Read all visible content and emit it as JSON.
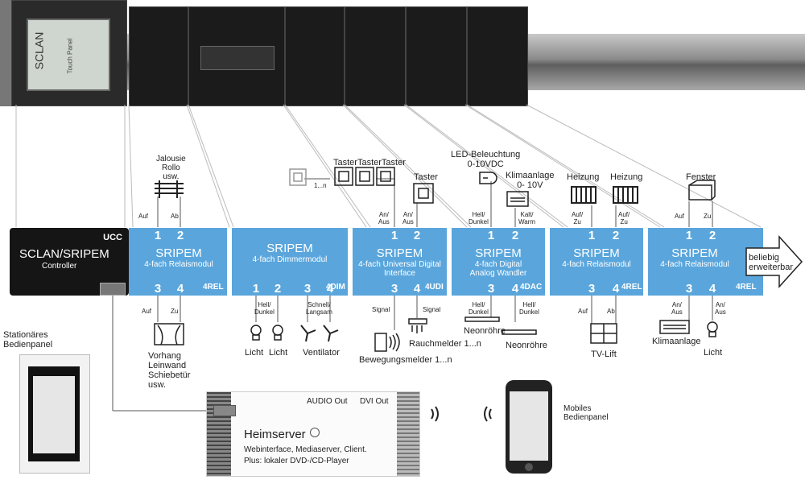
{
  "hardware_strip": {
    "controller_panel": {
      "brand": "SCLAN",
      "sub": "Touch Panel"
    }
  },
  "controller": {
    "title": "SCLAN/SRIPEM",
    "subtitle": "Controller",
    "tag": "UCC"
  },
  "modules": [
    {
      "title": "SRIPEM",
      "subtitle": "4-fach Relaismodul",
      "tag": "4REL",
      "top": [
        {
          "num": "1",
          "label": "Auf"
        },
        {
          "num": "2",
          "label": "Ab"
        }
      ],
      "bottom": [
        {
          "num": "3",
          "label": "Auf"
        },
        {
          "num": "4",
          "label": "Zu"
        }
      ],
      "device_top": "Jalousie\nRollo\nusw.",
      "device_bottom": "Vorhang\nLeinwand\nSchiebetür\nusw."
    },
    {
      "title": "SRIPEM",
      "subtitle": "4-fach Dimmermodul",
      "tag": "4DIM",
      "bottom": [
        {
          "num": "1",
          "label": "Hell/\nDunkel"
        },
        {
          "num": "2",
          "label": ""
        },
        {
          "num": "3",
          "label": "Schnell/\nLangsam"
        },
        {
          "num": "4",
          "label": ""
        }
      ],
      "devices": [
        "Licht",
        "Licht",
        "Ventilator"
      ]
    },
    {
      "title": "SRIPEM",
      "subtitle": "4-fach Universal Digital\nInterface",
      "tag": "4UDI",
      "top": [
        {
          "num": "1",
          "label": "An/\nAus"
        },
        {
          "num": "2",
          "label": "An/\nAus"
        }
      ],
      "bottom": [
        {
          "num": "3",
          "label": "Signal"
        },
        {
          "num": "4",
          "label": "Signal"
        }
      ],
      "device_top": "TasterTasterTaster",
      "device_top_small": "1...n",
      "device_top2": "Taster",
      "device_bottom": "Bewegungsmelder 1...n",
      "device_bottom2": "Rauchmelder 1...n"
    },
    {
      "title": "SRIPEM",
      "subtitle": "4-fach Digital\nAnalog Wandler",
      "tag": "4DAC",
      "top": [
        {
          "num": "1",
          "label": "Hell/\nDunkel"
        },
        {
          "num": "2",
          "label": "Kalt/\nWarm"
        }
      ],
      "bottom": [
        {
          "num": "3",
          "label": "Hell/\nDunkel"
        },
        {
          "num": "4",
          "label": "Hell/\nDunkel"
        }
      ],
      "device_top": "LED-Beleuchtung\n0-10VDC",
      "device_top2": "Klimaanlage\n0- 10V",
      "device_bottom": "Neonröhre",
      "device_bottom2": "Neonröhre"
    },
    {
      "title": "SRIPEM",
      "subtitle": "4-fach Relaismodul",
      "tag": "4REL",
      "top": [
        {
          "num": "1",
          "label": "Auf/\nZu"
        },
        {
          "num": "2",
          "label": "Auf/\nZu"
        }
      ],
      "bottom": [
        {
          "num": "3",
          "label": "Auf"
        },
        {
          "num": "4",
          "label": "Ab"
        }
      ],
      "device_top": "Heizung",
      "device_top2": "Heizung",
      "device_bottom": "TV-Lift"
    },
    {
      "title": "SRIPEM",
      "subtitle": "4-fach Relaismodul",
      "tag": "4REL",
      "top": [
        {
          "num": "1",
          "label": "Auf"
        },
        {
          "num": "2",
          "label": "Zu"
        }
      ],
      "bottom": [
        {
          "num": "3",
          "label": "An/\nAus"
        },
        {
          "num": "4",
          "label": "An/\nAus"
        }
      ],
      "device_top": "Fenster",
      "device_bottom": "Klimaanlage",
      "device_bottom2": "Licht"
    }
  ],
  "arrow": {
    "label": "beliebig\nerweiterbar"
  },
  "stationary_panel": {
    "label": "Stationäres\nBedienpanel"
  },
  "server": {
    "title": "Heimserver",
    "desc1": "Webinterface, Mediaserver, Client.",
    "desc2": "Plus: lokaler DVD-/CD-Player",
    "audio": "AUDIO Out",
    "dvi": "DVI Out"
  },
  "mobile_panel": {
    "label": "Mobiles\nBedienpanel"
  },
  "colors": {
    "module": "#5aa6dc",
    "module_dark": "#2f7fbf",
    "controller": "#151515",
    "rail": "#9a9a9a"
  }
}
